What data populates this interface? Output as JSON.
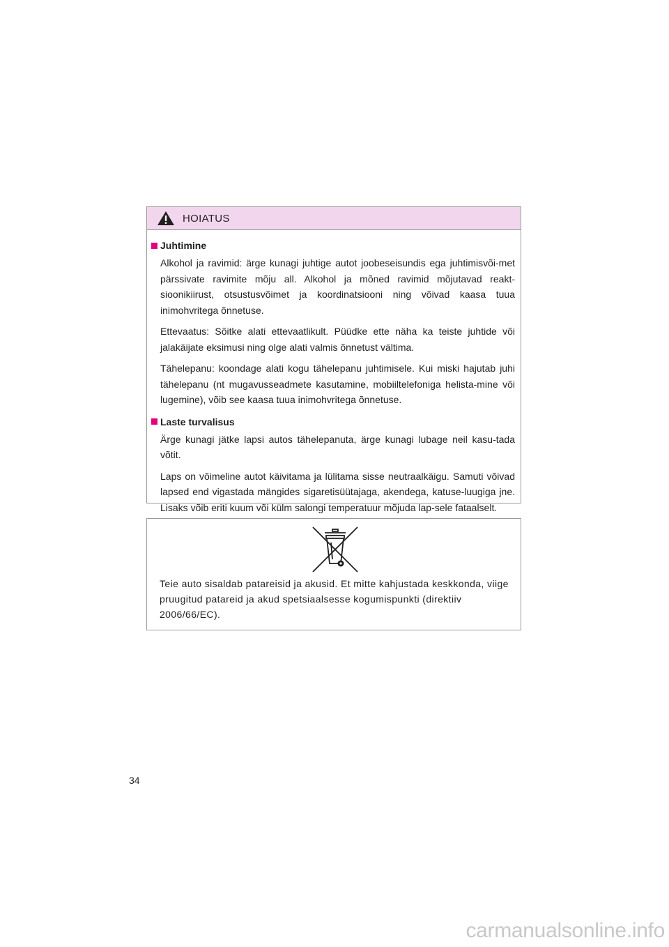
{
  "warning": {
    "title": "HOIATUS",
    "sections": [
      {
        "heading": "Juhtimine",
        "paragraphs": [
          "Alkohol ja ravimid: ärge kunagi juhtige autot joobeseisundis ega juhtimisvõi-met pärssivate ravimite mõju all. Alkohol ja mõned ravimid mõjutavad reakt-sioonikiirust, otsustusvõimet ja koordinatsiooni ning võivad kaasa tuua inimohvritega õnnetuse.",
          "Ettevaatus: Sõitke alati ettevaatlikult. Püüdke ette näha ka teiste juhtide või jalakäijate eksimusi ning olge alati valmis õnnetust vältima.",
          "Tähelepanu: koondage alati kogu tähelepanu juhtimisele. Kui miski hajutab juhi tähelepanu (nt mugavusseadmete kasutamine, mobiiltelefoniga helista-mine või lugemine), võib see kaasa tuua inimohvritega õnnetuse."
        ]
      },
      {
        "heading": "Laste turvalisus",
        "paragraphs": [
          "Ärge kunagi jätke lapsi autos tähelepanuta, ärge kunagi lubage neil kasu-tada võtit.",
          "Laps on võimeline autot käivitama ja lülitama sisse neutraalkäigu. Samuti võivad lapsed end vigastada mängides sigaretisüütajaga, akendega, katuse-luugiga jne. Lisaks võib eriti kuum või külm salongi temperatuur mõjuda lap-sele fataalselt."
        ]
      }
    ]
  },
  "recycling": {
    "icon": "crossed-out-wheelie-bin-icon",
    "text": "Teie auto sisaldab patareisid ja akusid. Et mitte kahjustada keskkonda, viige pruugitud patareid ja akud spetsiaalsesse kogumispunkti (direktiiv 2006/66/EC)."
  },
  "page_number": "34",
  "watermark": "carmanualsonline.info",
  "colors": {
    "accent_square": "#e6007e",
    "header_bg": "#f2d6ee",
    "border": "#9a9a9a"
  }
}
